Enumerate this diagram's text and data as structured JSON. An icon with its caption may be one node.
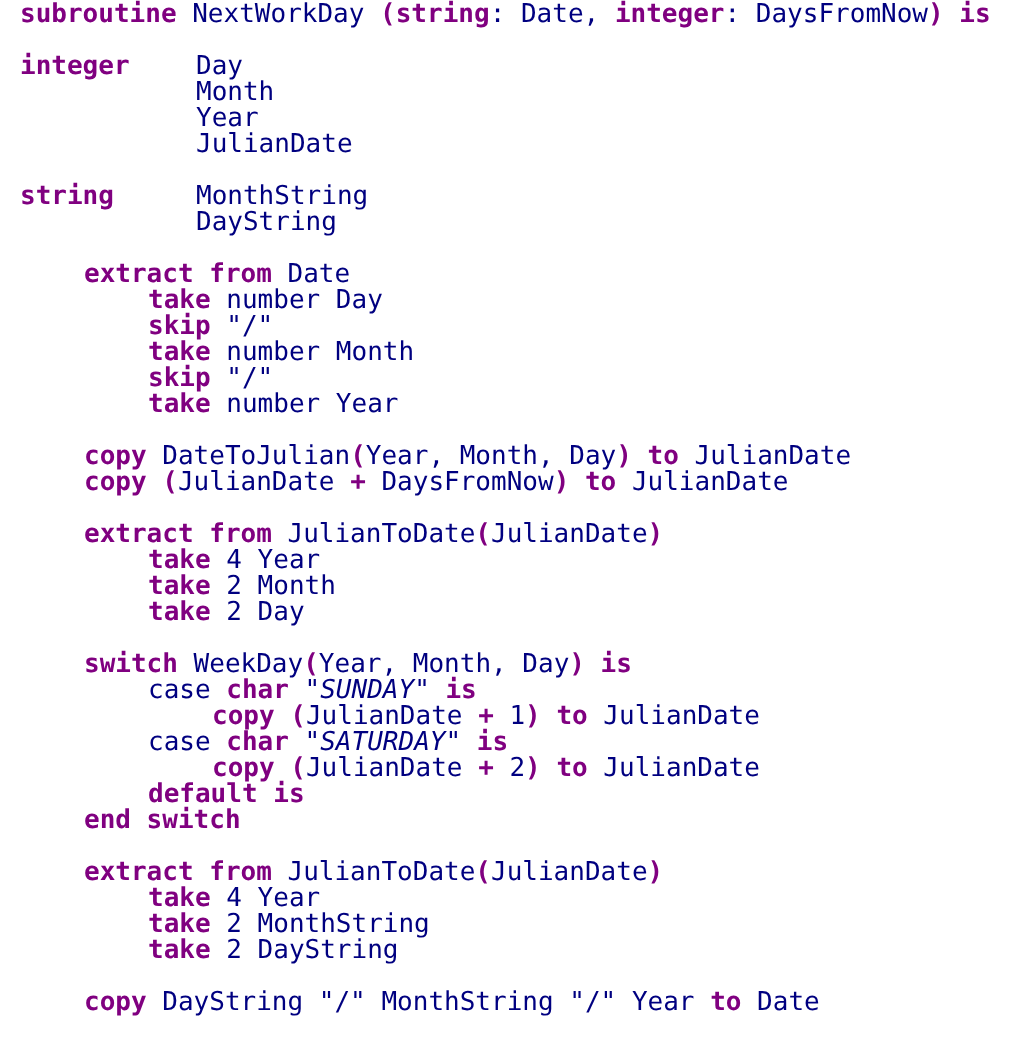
{
  "diagram": {
    "labels": [
      "**subroutine** NextWorkDay **(string**: Date, **integer**: DaysFromNow**) is**",
      "integer",
      "Day",
      "Month",
      "Year",
      "JulianDate",
      "string",
      "MonthString",
      "DayString",
      "**extract from** Date",
      "**take** number Day",
      "**skip** \"/\"",
      "**take** number Month",
      "**skip** \"/\"",
      "**take** number Year",
      "**copy** DateToJulian**(**Year, Month, Day**) to** JulianDate",
      "**copy (**JulianDate **+** DaysFromNow**) to** JulianDate",
      "**extract from** JulianToDate**(**JulianDate**)**",
      "**take** 4 Year",
      "**take** 2 Month",
      "**take** 2 Day",
      "**switch** WeekDay**(**Year, Month, Day**) is**",
      "case **char** *\"SUNDAY\"* **is**",
      "**copy (**JulianDate **+** 1**) to** JulianDate",
      "case **char** *\"SATURDAY\"* **is**",
      "**copy (**JulianDate **+** 2**) to** JulianDate",
      "**default is**",
      "**end switch**",
      "**extract from** JulianToDate**(**JulianDate**)**",
      "**take** 4 Year",
      "**take** 2 MonthString",
      "**take** 2 DayString",
      "**copy** DayString \"/\" MonthString \"/\" Year **to** Date"
    ]
  }
}
